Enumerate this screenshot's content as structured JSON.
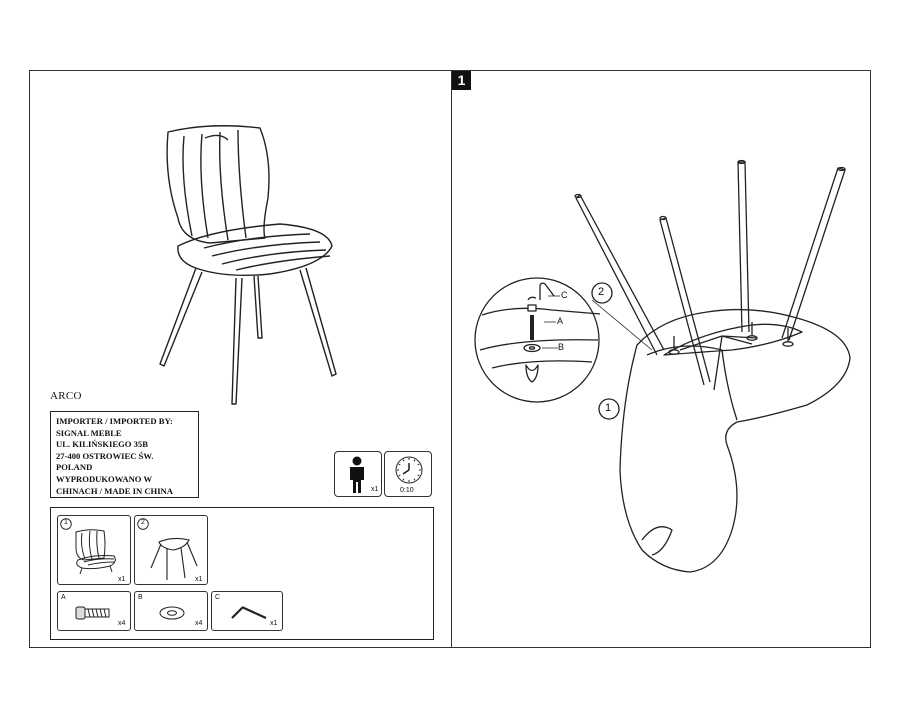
{
  "step": {
    "number": "1"
  },
  "product": {
    "model": "ARCO"
  },
  "importer": {
    "lines": [
      "IMPORTER / IMPORTED BY:",
      "SIGNAL MEBLE",
      "UL. KILIŃSKIEGO 35B",
      "27-400 OSTROWIEC ŚW.",
      "POLAND",
      "WYPRODUKOWANO W",
      "CHINACH / MADE IN CHINA"
    ]
  },
  "assembly_info": {
    "persons": "x1",
    "time": "0:10"
  },
  "parts": [
    {
      "id": "1",
      "name": "seat",
      "qty": "x1"
    },
    {
      "id": "2",
      "name": "legs",
      "qty": "x1"
    },
    {
      "id": "A",
      "name": "bolt",
      "qty": "x4"
    },
    {
      "id": "B",
      "name": "washer",
      "qty": "x4"
    },
    {
      "id": "C",
      "name": "allen-key",
      "qty": "x1"
    }
  ],
  "diagram": {
    "callouts": {
      "seat": "1",
      "legs": "2"
    },
    "detail_labels": [
      "A",
      "B",
      "C"
    ]
  }
}
